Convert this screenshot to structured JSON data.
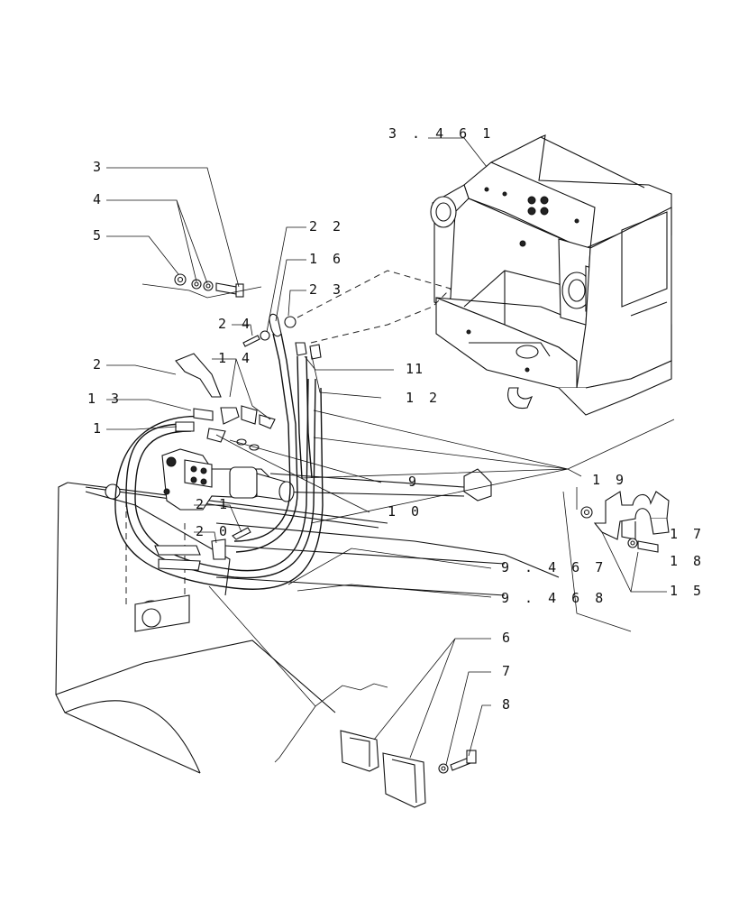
{
  "diagram": {
    "callouts": [
      {
        "id": "c-3461",
        "text": "3 . 4 6 1"
      },
      {
        "id": "c-3",
        "text": "3"
      },
      {
        "id": "c-4",
        "text": "4"
      },
      {
        "id": "c-5",
        "text": "5"
      },
      {
        "id": "c-22",
        "text": "2 2"
      },
      {
        "id": "c-16",
        "text": "1 6"
      },
      {
        "id": "c-23",
        "text": "2 3"
      },
      {
        "id": "c-24",
        "text": "2 4"
      },
      {
        "id": "c-14",
        "text": "1 4"
      },
      {
        "id": "c-2",
        "text": "2"
      },
      {
        "id": "c-11",
        "text": "11"
      },
      {
        "id": "c-13",
        "text": "1 3"
      },
      {
        "id": "c-12",
        "text": "1 2"
      },
      {
        "id": "c-1",
        "text": "1"
      },
      {
        "id": "c-19",
        "text": "1 9"
      },
      {
        "id": "c-9",
        "text": "9"
      },
      {
        "id": "c-10",
        "text": "1 0"
      },
      {
        "id": "c-21",
        "text": "2 1"
      },
      {
        "id": "c-20",
        "text": "2 0"
      },
      {
        "id": "c-17",
        "text": "1 7"
      },
      {
        "id": "c-18",
        "text": "1 8"
      },
      {
        "id": "c-9467",
        "text": "9 . 4 6 7"
      },
      {
        "id": "c-15",
        "text": "1 5"
      },
      {
        "id": "c-9468",
        "text": "9 . 4 6 8"
      },
      {
        "id": "c-6",
        "text": "6"
      },
      {
        "id": "c-7",
        "text": "7"
      },
      {
        "id": "c-8",
        "text": "8"
      }
    ]
  }
}
